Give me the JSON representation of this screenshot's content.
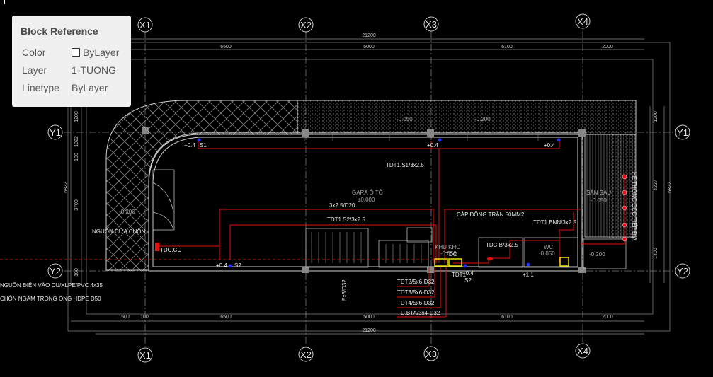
{
  "block_reference": {
    "title": "Block Reference",
    "rows": [
      {
        "label": "Color",
        "value": "ByLayer"
      },
      {
        "label": "Layer",
        "value": "1-TUONG"
      },
      {
        "label": "Linetype",
        "value": "ByLayer"
      }
    ]
  },
  "grid": {
    "columns": [
      "X1",
      "X2",
      "X3",
      "X4"
    ],
    "rows": [
      "Y1",
      "Y2"
    ]
  },
  "dimensions": {
    "top_total": "21200",
    "top_spans": [
      "6500",
      "5000",
      "6100",
      "2000"
    ],
    "bottom_total": "21200",
    "bottom_spans": [
      "1500",
      "100",
      "6500",
      "5000",
      "6100",
      "2000"
    ],
    "left_spans": [
      "1200",
      "1022",
      "100",
      "3700",
      "100"
    ],
    "left_total": "6822",
    "right_spans": [
      "1200",
      "4227",
      "1400"
    ],
    "right_total": "6822"
  },
  "annotations": {
    "level_s1": "+0.4",
    "switch_s1": "S1",
    "level_x3_top": "+0.4",
    "level_x4_top": "+0.4",
    "circuit_s1": "TDT1.S1/3x2.5",
    "garage_name": "GARA Ô TÔ",
    "garage_level": "±0.000",
    "circuit_d20": "3x2.5/D20",
    "circuit_s2": "TDT1.S2/3x2.5",
    "level_left_neg": "-0.200",
    "door_source": "NGUỒN CỬA CUỐN",
    "panel_tdc_cc": "TDC.CC",
    "level_s2": "+0.4",
    "switch_s2": "S2",
    "main_cable_1": "NGUỒN ĐIỆN VÀO CU/XLPE/PVC 4x35",
    "main_cable_2": "CHÔN NGẦM TRONG ỐNG HDPE D50",
    "pipe_5x6": "5x6/D32",
    "ceiling_cable": "CÁP ĐỒNG TRẦN 50MM2",
    "circuit_bnn": "TDT1.BNN/3x2.5",
    "panel_tdcb": "TDC.B/3x2.5",
    "store_room": "KHU KHO",
    "store_level": "-0.050",
    "panel_tdc": "TDC",
    "panel_tdt1": "TDT1",
    "level_tdt1": "+0.4",
    "switch_s2b": "S2",
    "wc_label": "WC",
    "wc_level": "-0.050",
    "level_p11": "+1.1",
    "level_right_neg": "-0.200",
    "yard_name": "SÂN SAU",
    "yard_level": "-0.050",
    "top_level_1": "-0.050",
    "top_level_2": "-0.200",
    "grounding_note": "HỆ THỐNG CỌC TIẾP ĐỊA",
    "feeders": [
      "TDT2/5x6-D32",
      "TDT3/5x6-D32",
      "TDT4/5x6-D32",
      "TD.BTA/3x4-D32"
    ]
  },
  "colors": {
    "background": "#000000",
    "circuit": "#e01010",
    "grid": "#7a7a7a",
    "panel": "#f0e000",
    "device": "#2030ff"
  }
}
